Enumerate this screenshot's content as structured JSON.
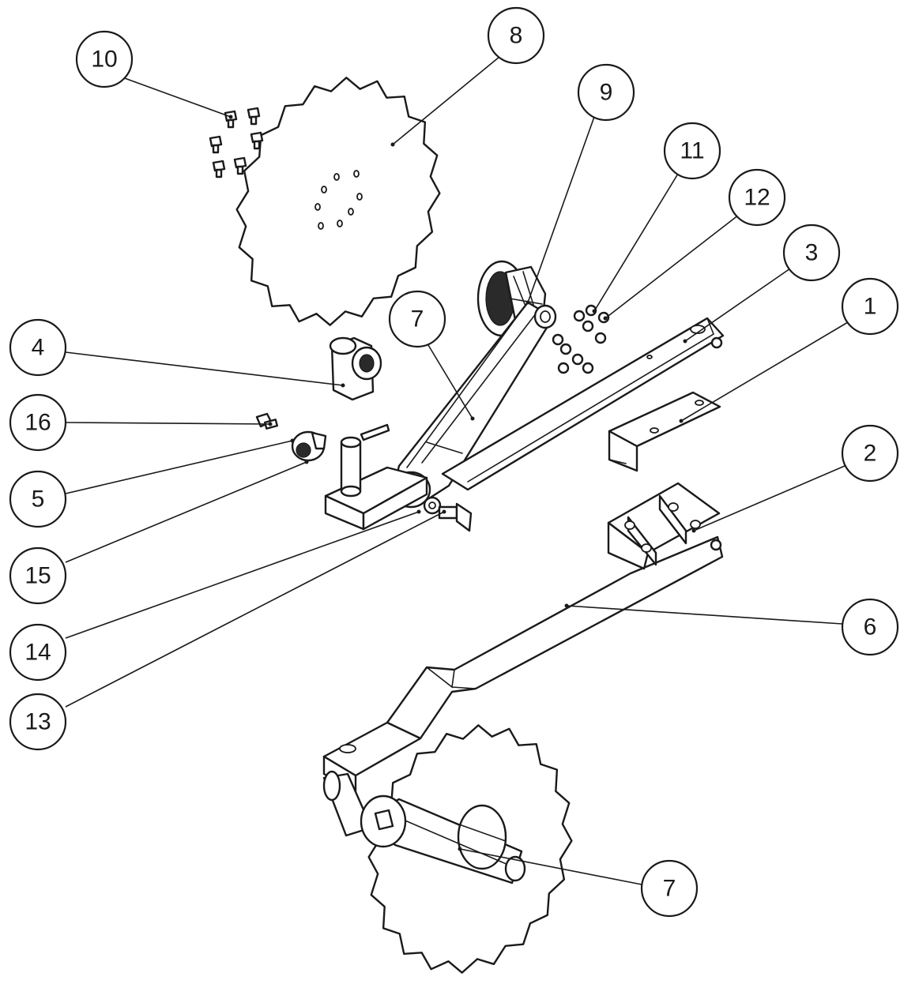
{
  "callouts": [
    {
      "id": "c10",
      "label": "10"
    },
    {
      "id": "c8",
      "label": "8"
    },
    {
      "id": "c9",
      "label": "9"
    },
    {
      "id": "c11",
      "label": "11"
    },
    {
      "id": "c12",
      "label": "12"
    },
    {
      "id": "c3",
      "label": "3"
    },
    {
      "id": "c1",
      "label": "1"
    },
    {
      "id": "c7a",
      "label": "7"
    },
    {
      "id": "c4",
      "label": "4"
    },
    {
      "id": "c16",
      "label": "16"
    },
    {
      "id": "c5",
      "label": "5"
    },
    {
      "id": "c15",
      "label": "15"
    },
    {
      "id": "c2",
      "label": "2"
    },
    {
      "id": "c6",
      "label": "6"
    },
    {
      "id": "c14",
      "label": "14"
    },
    {
      "id": "c13",
      "label": "13"
    },
    {
      "id": "c7b",
      "label": "7"
    }
  ]
}
